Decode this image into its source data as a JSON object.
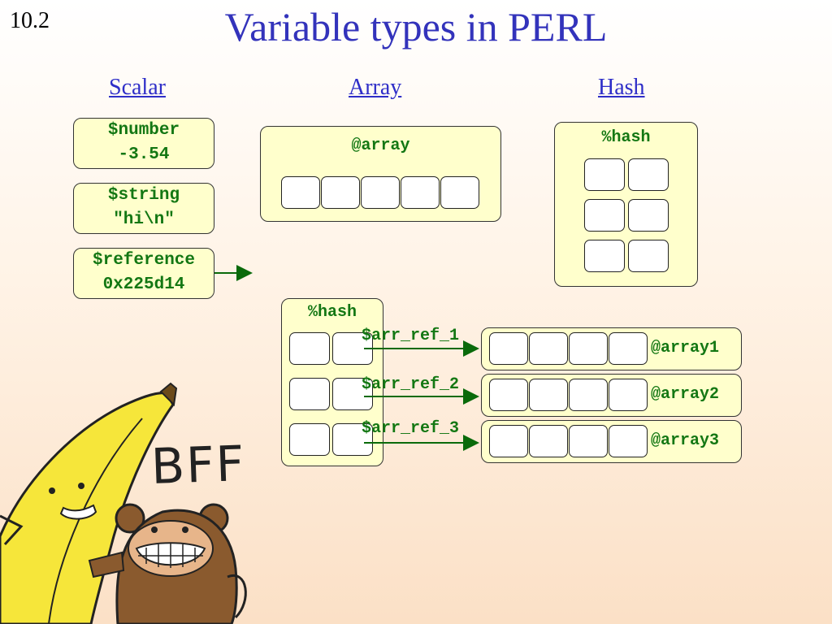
{
  "slide_number": "10.2",
  "title": "Variable types in PERL",
  "headings": {
    "scalar": "Scalar",
    "array": "Array",
    "hash": "Hash"
  },
  "scalars": {
    "number": {
      "name": "$number",
      "value": "-3.54"
    },
    "string": {
      "name": "$string",
      "value": "\"hi\\n\""
    },
    "reference": {
      "name": "$reference",
      "value": "0x225d14"
    }
  },
  "array_label": "@array",
  "hash_label": "%hash",
  "nested": {
    "hash_label": "%hash",
    "refs": [
      "$arr_ref_1",
      "$arr_ref_2",
      "$arr_ref_3"
    ],
    "arrays": [
      "@array1",
      "@array2",
      "@array3"
    ]
  },
  "cartoon_text": "BFF",
  "colors": {
    "title": "#3333bb",
    "heading": "#2e2ec8",
    "code": "#137713",
    "box_fill": "#ffffcc"
  }
}
